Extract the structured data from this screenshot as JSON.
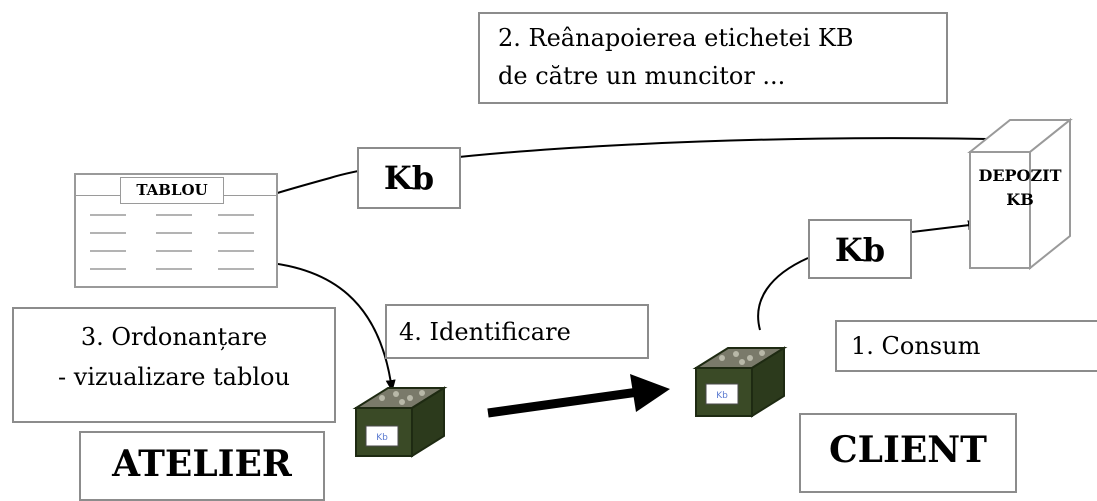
{
  "step2": {
    "line1": "2. Reânapoierea etichetei KB",
    "line2": "de către un muncitor ..."
  },
  "kanban_label_top": "Kb",
  "kanban_label_right": "Kb",
  "board_title": "TABLOU",
  "depot": {
    "line1": "DEPOZIT",
    "line2": "KB"
  },
  "step3": {
    "line1": "3. Ordonanțare",
    "line2": "- vizualizare tablou"
  },
  "step4": "4. Identificare",
  "step1": "1. Consum",
  "workshop": "ATELIER",
  "client": "CLIENT",
  "bin_card": "Kb"
}
